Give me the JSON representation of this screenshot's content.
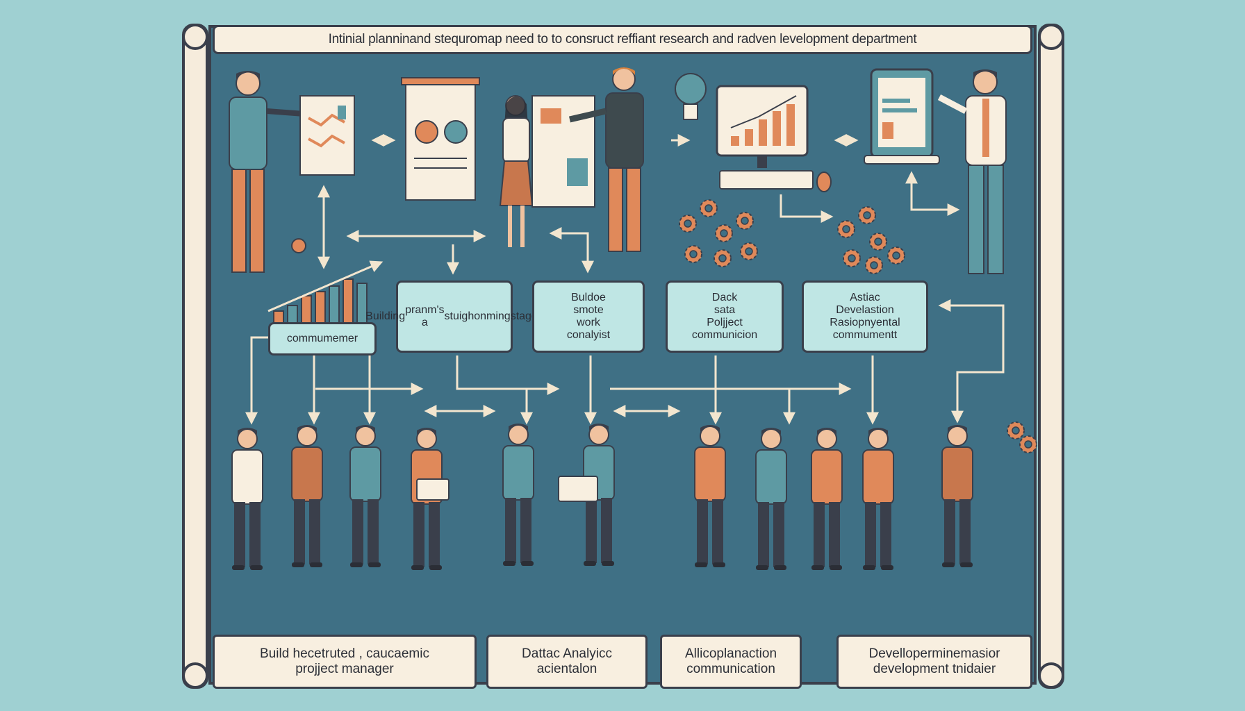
{
  "title": "Intinial planninand stequromap need to to consruct reffiant research and radven levelopment department",
  "stages": [
    {
      "lines": [
        "commumemer"
      ]
    },
    {
      "lines": [
        "Building",
        "pranm's a",
        "stuighonming",
        "stages"
      ]
    },
    {
      "lines": [
        "Buldoe",
        "smote",
        "work",
        "conalyist"
      ]
    },
    {
      "lines": [
        "Dack",
        "sata",
        "Poljject",
        "communicion"
      ]
    },
    {
      "lines": [
        "Astiac",
        "Develastion",
        "Rasiopnyental",
        "commumentt"
      ]
    }
  ],
  "bottom_labels": [
    {
      "lines": [
        "Build hecetruted , caucaemic",
        "projject manager"
      ]
    },
    {
      "lines": [
        "Dattac Analyicc",
        "acientalon"
      ]
    },
    {
      "lines": [
        "Allicoplanaction",
        "communication"
      ]
    },
    {
      "lines": [
        "Develloperminemasior",
        "development tnidaier"
      ]
    }
  ],
  "colors": {
    "background": "#9fd0d2",
    "panel": "#3f7085",
    "banner": "#f8efe0",
    "stage_box": "#bfe6e4",
    "accent_orange": "#e0895a",
    "accent_teal": "#5e9aa3",
    "outline": "#3a3f4b"
  },
  "icons": [
    "lightbulb-icon",
    "gear-icon",
    "monitor-icon",
    "tablet-icon",
    "bar-chart-icon"
  ]
}
